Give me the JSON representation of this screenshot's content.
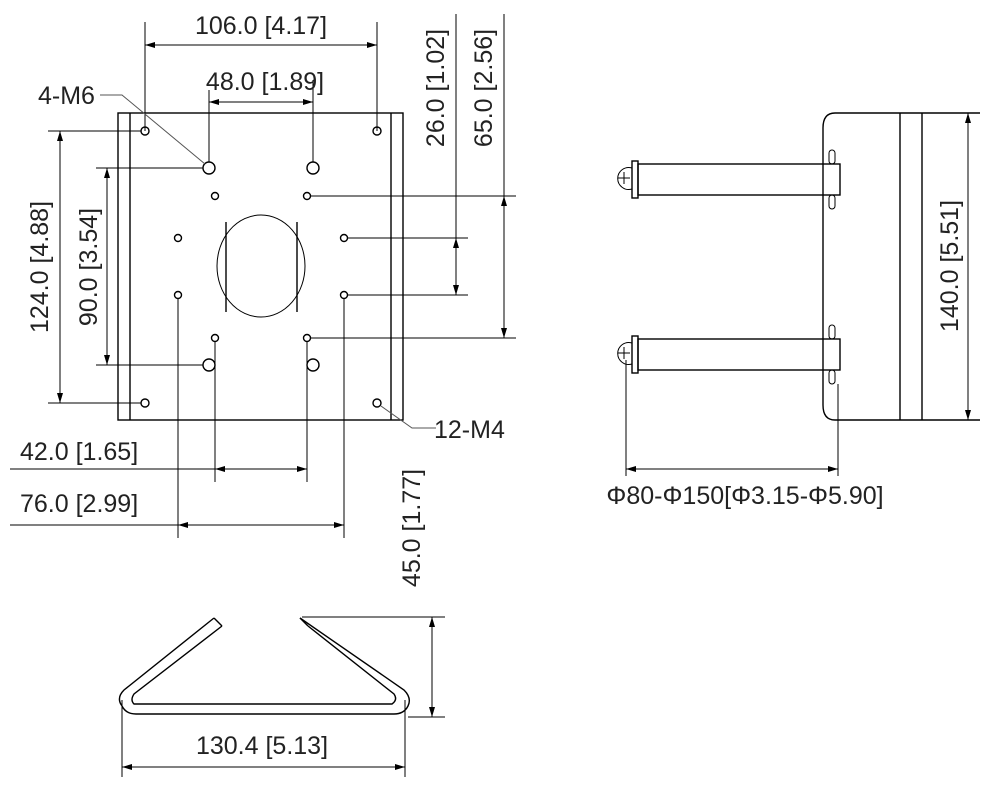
{
  "drawing": {
    "top_view": {
      "dim_width_outer": "106.0 [4.17]",
      "dim_width_inner": "48.0 [1.89]",
      "dim_height_outer": "124.0 [4.88]",
      "dim_height_inner": "90.0 [3.54]",
      "dim_hole_spacing_small": "26.0 [1.02]",
      "dim_hole_spacing_large": "65.0 [2.56]",
      "dim_bottom_inner": "42.0 [1.65]",
      "dim_bottom_outer": "76.0 [2.99]",
      "label_m6": "4-M6",
      "label_m4": "12-M4"
    },
    "side_view": {
      "dim_height": "140.0 [5.51]",
      "dim_pole_diameter": "Φ80-Φ150[Φ3.15-Φ5.90]"
    },
    "bracket_view": {
      "dim_height": "45.0 [1.77]",
      "dim_width": "130.4 [5.13]"
    }
  }
}
